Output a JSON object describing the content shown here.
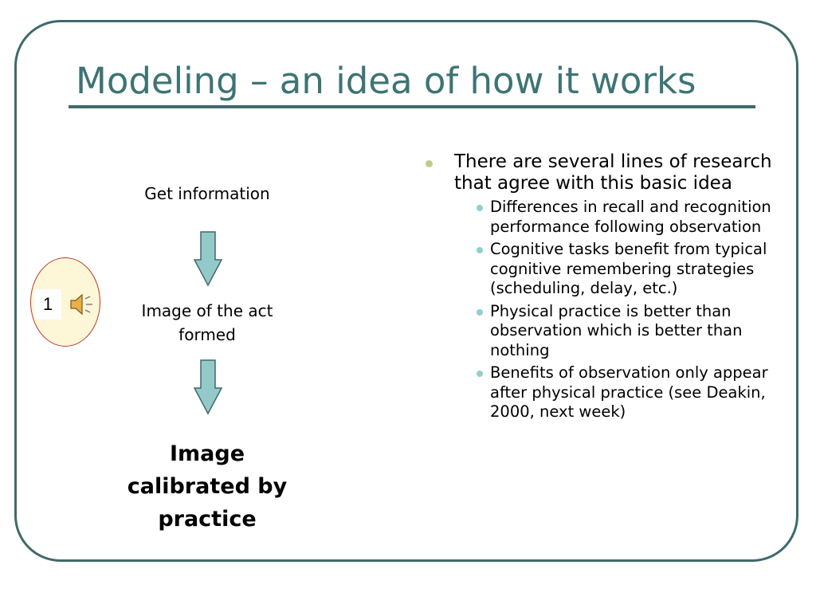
{
  "slide": {
    "title": "Modeling – an idea of how it works",
    "colors": {
      "frame": "#3f6a6a",
      "title": "#3d7474",
      "arrow_fill": "#93c9c9",
      "arrow_stroke": "#3f6a6a",
      "main_bullet": "#c4c98a",
      "sub_bullet": "#8fcfcf",
      "badge_border": "#c0392b",
      "badge_fill": "#fdf7d8"
    }
  },
  "flow": {
    "steps": [
      "Get information",
      "Image of the act formed",
      "Image calibrated by practice"
    ],
    "arrow_icon": "down-arrow-icon"
  },
  "audio_badge": {
    "number": "1",
    "icon": "speaker-icon"
  },
  "bullets": {
    "main": "There are several lines of research that agree with this basic idea",
    "sub": [
      "Differences in recall and recognition performance following observation",
      "Cognitive tasks benefit from typical cognitive remembering strategies (scheduling, delay, etc.)",
      "Physical practice is better than observation which is better than nothing",
      "Benefits of observation only appear after physical practice (see Deakin, 2000, next week)"
    ]
  }
}
